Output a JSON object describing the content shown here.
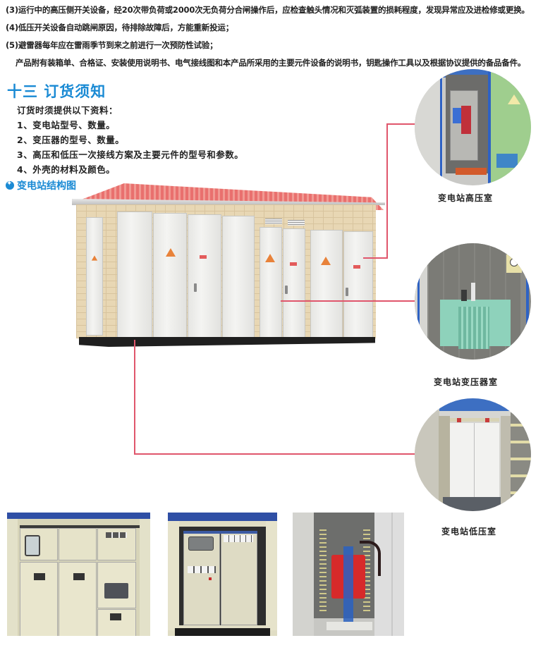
{
  "maintenance_notes": [
    "(3)运行中的高压侧开关设备，经20次带负荷或2000次无负荷分合闸操作后，应检查触头情况和灭弧装置的损耗程度，发现异常应及进检修或更换。",
    "(4)低压开关设备自动跳闸原因，待排除故障后，方能重新投运；",
    "(5)避雷器每年应在雷雨季节到来之前进行一次预防性试验；"
  ],
  "accessories_note": "产品附有装箱单、合格证、安装使用说明书、电气接线图和本产品所采用的主要元件设备的说明书，钥匙操作工具以及根据协议提供的备品备件。",
  "ordering": {
    "title": "十三 订货须知",
    "intro": "订货时须提供以下资料：",
    "items": [
      "1、变电站型号、数量。",
      "2、变压器的型号、数量。",
      "3、高压和低压一次接线方案及主要元件的型号和参数。",
      "4、外壳的材料及颜色。"
    ]
  },
  "structure": {
    "heading": "变电站结构图",
    "heading_icon": "star-bullet-icon",
    "callouts": [
      {
        "caption": "变电站高压室"
      },
      {
        "caption": "变电站变压器室"
      },
      {
        "caption": "变电站低压室"
      }
    ]
  },
  "colors": {
    "accent_blue": "#1a8ad4",
    "connector_red": "#e0566c",
    "roof_red": "#e9706e"
  }
}
